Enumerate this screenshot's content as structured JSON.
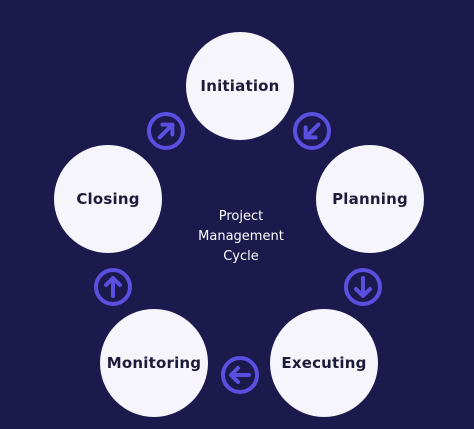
{
  "stages": [
    {
      "label": "Initiation"
    },
    {
      "label": "Planning"
    },
    {
      "label": "Executing"
    },
    {
      "label": "Monitoring"
    },
    {
      "label": "Closing"
    }
  ],
  "center": {
    "lines": [
      "Project",
      "Management",
      "Cycle"
    ]
  },
  "colors": {
    "background": "#1c1a4d",
    "node_fill": "#f6f5fb",
    "node_text": "#1d1b3a",
    "arrow_accent": "#5b4fe0"
  },
  "arrows": [
    {
      "icon": "arrow-down-right-icon"
    },
    {
      "icon": "arrow-down-icon"
    },
    {
      "icon": "arrow-left-icon"
    },
    {
      "icon": "arrow-up-icon"
    },
    {
      "icon": "arrow-up-right-icon"
    }
  ]
}
